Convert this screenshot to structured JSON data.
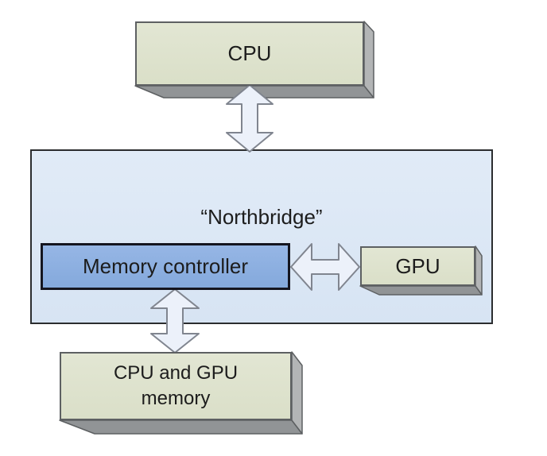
{
  "diagram": {
    "type": "block-diagram",
    "topic": "CPU / Northbridge / GPU memory architecture",
    "nodes": {
      "cpu": {
        "label": "CPU"
      },
      "northbridge": {
        "label": "“Northbridge”"
      },
      "memory_controller": {
        "label": "Memory controller"
      },
      "gpu": {
        "label": "GPU"
      },
      "memory": {
        "label_line1": "CPU and GPU",
        "label_line2": "memory"
      }
    },
    "connections": [
      {
        "from": "cpu",
        "to": "northbridge",
        "style": "double-headed-arrow",
        "orientation": "vertical"
      },
      {
        "from": "memory_controller",
        "to": "gpu",
        "style": "double-headed-arrow",
        "orientation": "horizontal"
      },
      {
        "from": "memory_controller",
        "to": "memory",
        "style": "double-headed-arrow",
        "orientation": "vertical"
      }
    ],
    "colors": {
      "beige_box_fill": "#dee2cc",
      "northbridge_fill": "#dce8f5",
      "memory_controller_fill": "#8cb0e0",
      "arrow_fill": "#ecf1fa",
      "shadow_side": "#b3b5b6",
      "shadow_bottom": "#919496",
      "border_dark": "#2b2d2f",
      "text": "#1c1c1c",
      "background": "#ffffff"
    }
  }
}
